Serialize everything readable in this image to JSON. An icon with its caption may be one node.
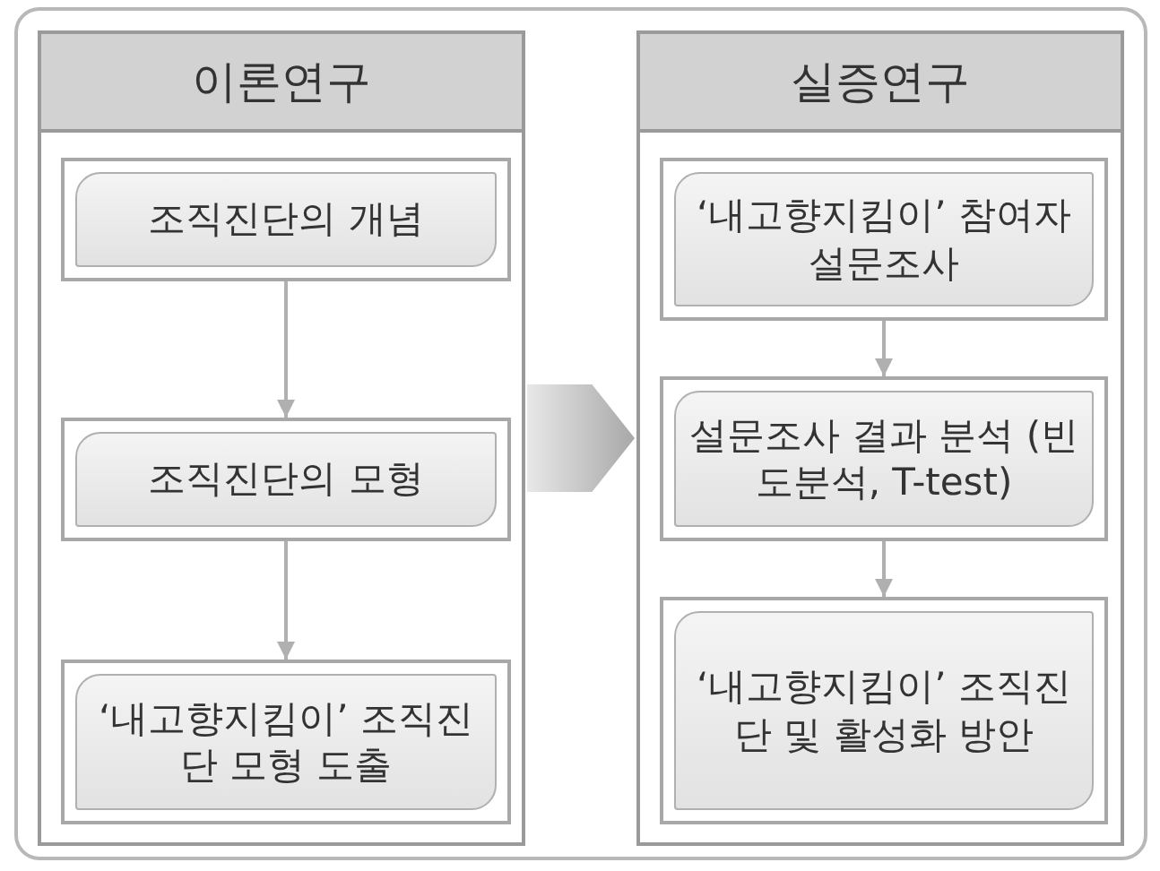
{
  "diagram": {
    "nodes": [
      {
        "text": [
          "이론연구"
        ]
      },
      {
        "text": [
          "조직진단의 개념"
        ],
        "in": 0
      },
      {
        "text": [
          "조직진단의 모형"
        ],
        "in": 0
      },
      {
        "text": [
          "‘내고향지킴이’ 조직진단 모형 도출"
        ],
        "in": 0
      },
      {
        "text": [
          "실증연구"
        ]
      },
      {
        "text": [
          "‘내고향지킴이’ 참여자 설문조사"
        ],
        "in": 4
      },
      {
        "text": [
          "설문조사 결과 분석 (빈도분석, T-test)"
        ],
        "in": 4
      },
      {
        "text": [
          "‘내고향지킴이’ 조직진단 및 활성화 방안"
        ],
        "in": 4
      }
    ],
    "edges": [
      {
        "from": 1,
        "to": 2,
        "arrow": "to"
      },
      {
        "from": 2,
        "to": 3,
        "arrow": "to"
      },
      {
        "from": 0,
        "to": 4,
        "arrow": "to"
      },
      {
        "from": 5,
        "to": 6,
        "arrow": "to"
      },
      {
        "from": 6,
        "to": 7,
        "arrow": "to"
      }
    ]
  }
}
